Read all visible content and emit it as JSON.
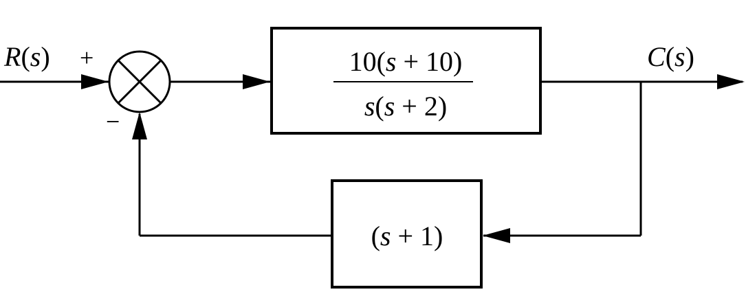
{
  "signals": {
    "input": {
      "name": "R",
      "arg": "s"
    },
    "output": {
      "name": "C",
      "arg": "s"
    }
  },
  "summing_junction": {
    "plus_sign": "+",
    "minus_sign": "−"
  },
  "forward_block": {
    "numerator": {
      "coef": "10(",
      "var": "s",
      "rest": " + 10)"
    },
    "denominator": {
      "var1": "s",
      "mid": "(",
      "var2": "s",
      "rest": " + 2)"
    }
  },
  "feedback_block": {
    "expr": {
      "open": "(",
      "var": "s",
      "rest": " + 1)"
    }
  }
}
